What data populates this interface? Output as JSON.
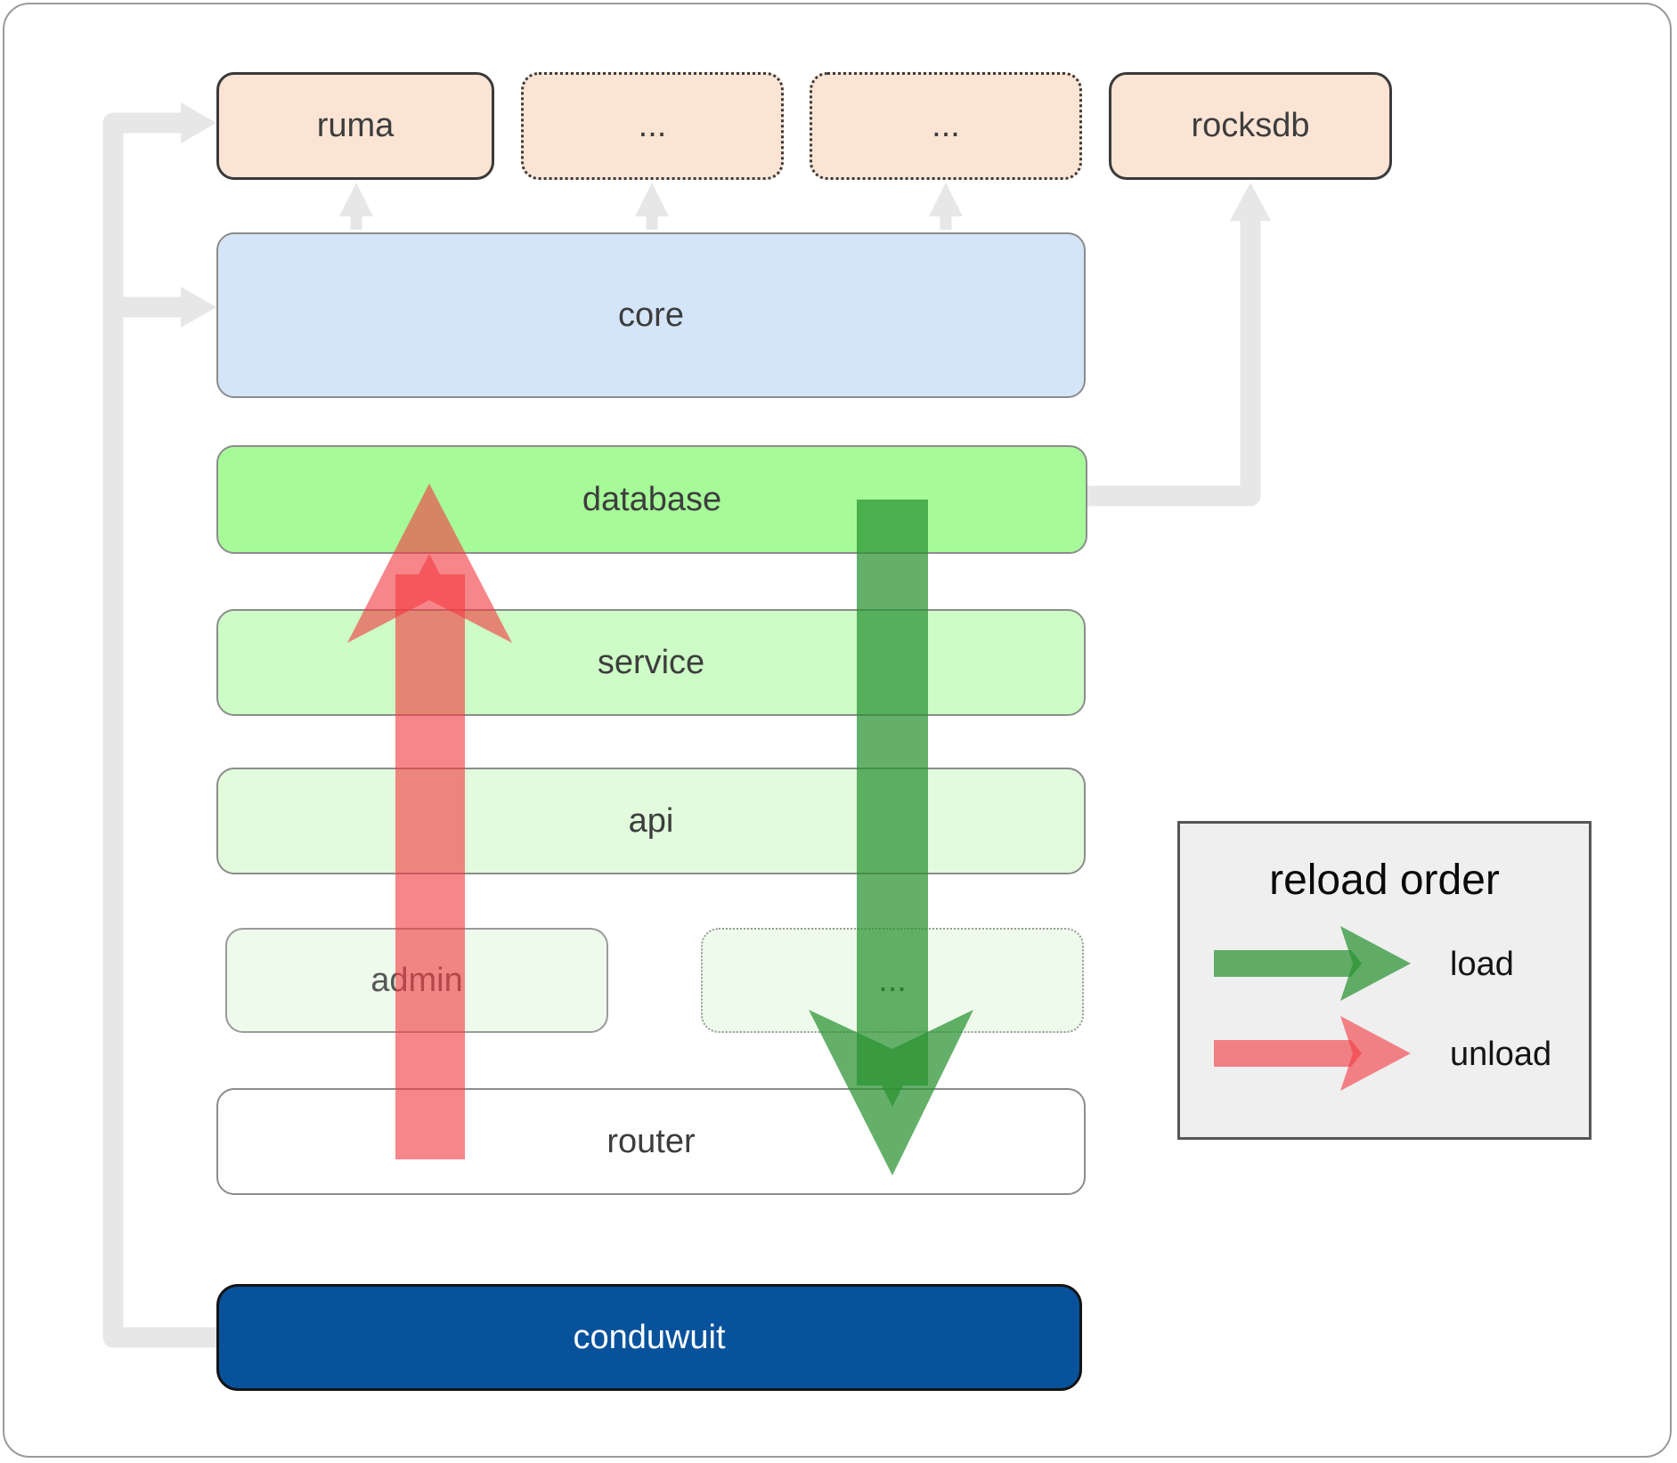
{
  "diagram": {
    "external_row": [
      {
        "label": "ruma",
        "border": "solid"
      },
      {
        "label": "...",
        "border": "dotted"
      },
      {
        "label": "...",
        "border": "dotted"
      },
      {
        "label": "rocksdb",
        "border": "solid"
      }
    ],
    "core": {
      "label": "core"
    },
    "database": {
      "label": "database"
    },
    "service": {
      "label": "service"
    },
    "api": {
      "label": "api"
    },
    "admin": {
      "label": "admin"
    },
    "more_modules": {
      "label": "..."
    },
    "router": {
      "label": "router"
    },
    "app": {
      "label": "conduwuit"
    }
  },
  "legend": {
    "title": "reload order",
    "items": [
      {
        "label": "load",
        "color": "#2a9230"
      },
      {
        "label": "unload",
        "color": "#f23c42"
      }
    ]
  },
  "colors": {
    "load_arrow": "rgba(40,146,48,0.72)",
    "unload_arrow": "rgba(242,60,66,0.62)",
    "connector": "#e7e7e7",
    "external_fill": "#fce4d4",
    "core_fill": "#d4e5f9",
    "database_fill": "#a6fb98",
    "service_fill": "#cdfcc6",
    "api_fill": "#e1fbdc",
    "admin_fill": "#eefbec",
    "app_fill": "#08529c",
    "legend_bg": "#efefef"
  }
}
